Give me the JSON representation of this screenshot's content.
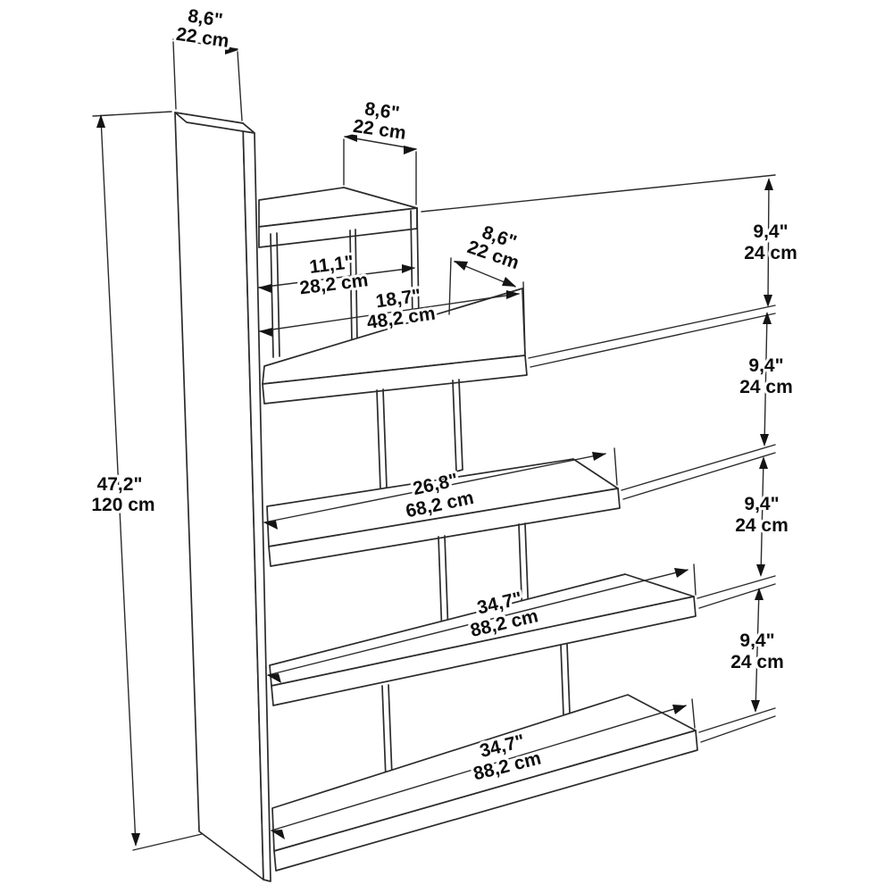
{
  "page": {
    "background": "#ffffff"
  },
  "drawing": {
    "object": "asymmetric-bookcase-dimension-diagram",
    "line_color": "#2b2b2b",
    "text_color": "#0d0d0d",
    "dimensions": {
      "panel_depth_top": {
        "inches": "8,6\"",
        "cm": "22 cm"
      },
      "top_shelf_depth": {
        "inches": "8,6\"",
        "cm": "22 cm"
      },
      "top_shelf_length": {
        "inches": "11,1\"",
        "cm": "28,2 cm"
      },
      "shelf2_length": {
        "inches": "18,7\"",
        "cm": "48,2 cm"
      },
      "shelf2_depth": {
        "inches": "8,6\"",
        "cm": "22 cm"
      },
      "shelf3_length": {
        "inches": "26,8\"",
        "cm": "68,2 cm"
      },
      "shelf4_length": {
        "inches": "34,7\"",
        "cm": "88,2 cm"
      },
      "bottom_shelf_length": {
        "inches": "34,7\"",
        "cm": "88,2 cm"
      },
      "total_height": {
        "inches": "47,2\"",
        "cm": "120 cm"
      },
      "level_gap_1": {
        "inches": "9,4\"",
        "cm": "24 cm"
      },
      "level_gap_2": {
        "inches": "9,4\"",
        "cm": "24 cm"
      },
      "level_gap_3": {
        "inches": "9,4\"",
        "cm": "24 cm"
      },
      "level_gap_4": {
        "inches": "9,4\"",
        "cm": "24 cm"
      }
    }
  }
}
